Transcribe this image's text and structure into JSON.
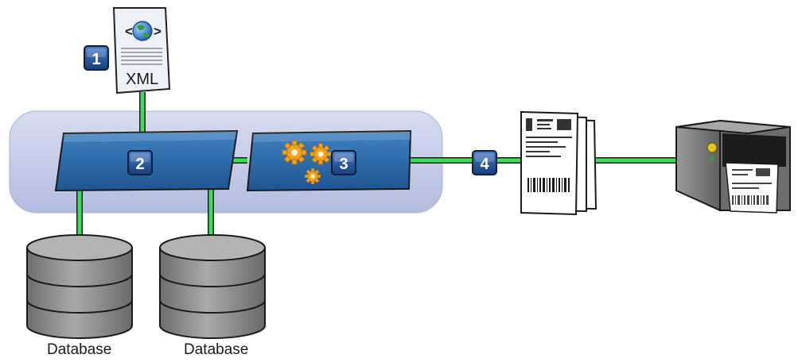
{
  "document": {
    "tag_open": "<",
    "tag_close": ">",
    "label": "XML"
  },
  "steps": {
    "one": "1",
    "two": "2",
    "three": "3",
    "four": "4"
  },
  "databases": [
    {
      "label": "Database"
    },
    {
      "label": "Database"
    }
  ],
  "colors": {
    "connector": "#3ddc5a",
    "badge": "#1d4f95",
    "block": "#2f6ba7",
    "platform": "#c3cbe6",
    "database": "#8b8b8b",
    "printer": "#6d6d6d",
    "gears": "#f2a320"
  },
  "icons": {
    "document": "xml-document-icon",
    "globe": "globe-icon",
    "gears": "gears-icon",
    "labels": "shipping-labels-icon",
    "printer": "label-printer-icon",
    "database": "database-icon"
  }
}
